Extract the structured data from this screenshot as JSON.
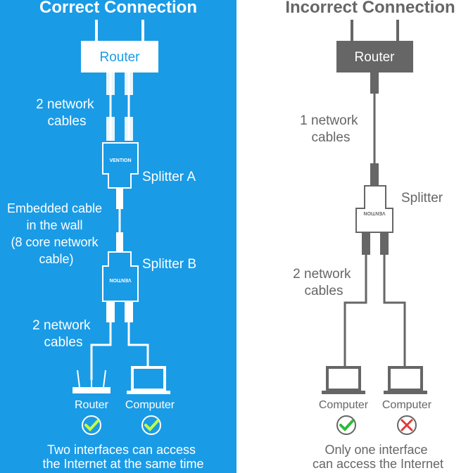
{
  "colors": {
    "panel_blue": "#1a9be6",
    "gray": "#666666",
    "light_gray": "#f2f2f2",
    "check_green": "#2dbb3a",
    "cross_red": "#e23a3a",
    "check_yellow": "#c6ff3d"
  },
  "correct": {
    "title": "Correct Connection",
    "router_label": "Router",
    "cables_top": [
      "2 network",
      "cables"
    ],
    "splitter_a": "Splitter A",
    "brand": "VENTION",
    "embedded": [
      "Embedded cable",
      "in the wall",
      "(8 core network",
      "cable)"
    ],
    "splitter_b": "Splitter B",
    "cables_bottom": [
      "2 network",
      "cables"
    ],
    "device_1": "Router",
    "device_2": "Computer",
    "caption": [
      "Two interfaces can access",
      "the Internet at the same time"
    ]
  },
  "incorrect": {
    "title": "Incorrect Connection",
    "router_label": "Router",
    "cables_top": [
      "1 network",
      "cables"
    ],
    "splitter": "Splitter",
    "brand": "VENTION",
    "cables_bottom": [
      "2 network",
      "cables"
    ],
    "device_1": "Computer",
    "device_2": "Computer",
    "caption": [
      "Only one interface",
      "can access the Internet"
    ]
  }
}
